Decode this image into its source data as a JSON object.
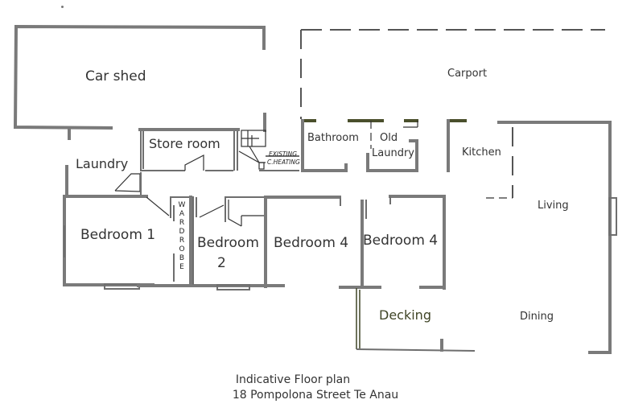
{
  "plan": {
    "title": "Indicative Floor plan",
    "address": "18 Pompolona Street  Te Anau",
    "rooms": {
      "car_shed": "Car shed",
      "carport": "Carport",
      "laundry": "Laundry",
      "store_room": "Store room",
      "heating_line1": "EXISTING",
      "heating_line2": "C.HEATING",
      "bathroom": "Bathroom",
      "old_laundry_line1": "Old",
      "old_laundry_line2": "Laundry",
      "kitchen": "Kitchen",
      "living": "Living",
      "bedroom1": "Bedroom 1",
      "wardrobe": "WARDROBE",
      "bedroom2_line1": "Bedroom",
      "bedroom2_line2": "2",
      "bedroom4a": "Bedroom 4",
      "bedroom4b": "Bedroom 4",
      "decking": "Decking",
      "dining": "Dining"
    },
    "colors": {
      "wall": "#7a7a7a",
      "text": "#333333",
      "decking_accent": "#3f4426"
    }
  }
}
